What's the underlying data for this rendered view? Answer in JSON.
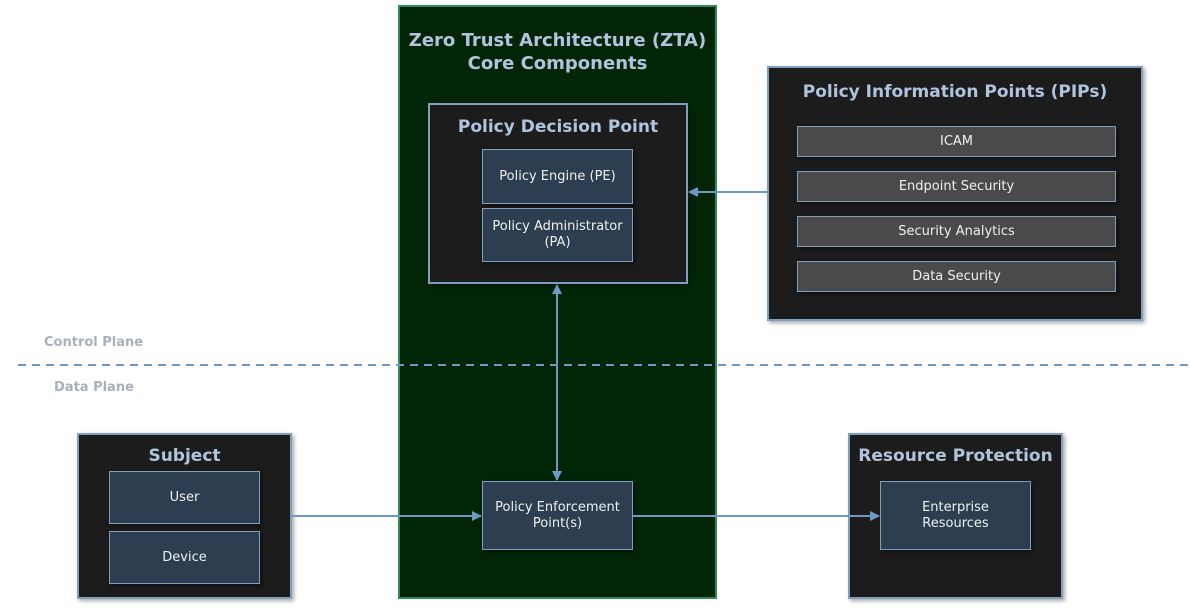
{
  "zta": {
    "title_line1": "Zero Trust Architecture (ZTA)",
    "title_line2": "Core Components"
  },
  "pdp": {
    "title": "Policy Decision Point",
    "engine": "Policy Engine (PE)",
    "admin_line1": "Policy Administrator",
    "admin_line2": "(PA)"
  },
  "pips": {
    "title": "Policy Information Points (PIPs)",
    "items": [
      "ICAM",
      "Endpoint Security",
      "Security Analytics",
      "Data Security"
    ]
  },
  "planes": {
    "control": "Control Plane",
    "data": "Data Plane"
  },
  "subject": {
    "title": "Subject",
    "user": "User",
    "device": "Device"
  },
  "pep": {
    "line1": "Policy Enforcement",
    "line2": "Point(s)"
  },
  "resource": {
    "title": "Resource Protection",
    "line1": "Enterprise",
    "line2": "Resources"
  },
  "colors": {
    "arrow": "#6d9ac4",
    "zta_bg": "#022508",
    "zta_border": "#2e8b57"
  }
}
